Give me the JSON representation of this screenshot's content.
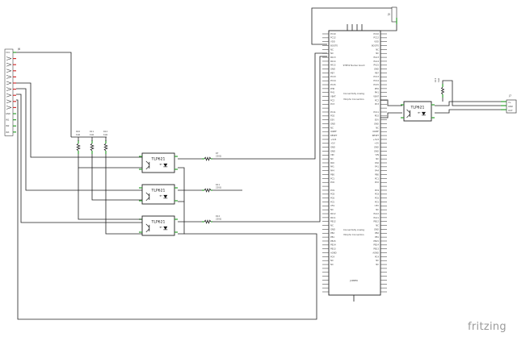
{
  "watermark": "fritzing",
  "connector_j6": {
    "ref": "J6",
    "pins": [
      "VCC",
      "",
      "",
      "",
      "",
      "",
      "",
      "",
      "",
      "",
      "GND",
      "IN1",
      "IN2",
      "IN3"
    ]
  },
  "connector_j5": {
    "ref": "J5"
  },
  "connector_j7": {
    "ref": "J7",
    "pins": [
      "V+",
      "GND",
      "OUT"
    ]
  },
  "resistors_pullup": [
    {
      "ref": "R10",
      "value": "1kΩ"
    },
    {
      "ref": "R11",
      "value": "1kΩ"
    },
    {
      "ref": "R12",
      "value": "1kΩ"
    }
  ],
  "resistors_series": [
    {
      "ref": "R7",
      "value": "220Ω"
    },
    {
      "ref": "R11",
      "value": "220Ω"
    },
    {
      "ref": "R12",
      "value": "220Ω"
    }
  ],
  "resistor_right": {
    "ref": "R13",
    "value": "1kΩ"
  },
  "optocouplers": [
    {
      "ref": "U1",
      "label": "TLP621"
    },
    {
      "ref": "U2",
      "label": "TLP621"
    },
    {
      "ref": "U3",
      "label": "TLP621"
    },
    {
      "ref": "U4",
      "label": "TLP621"
    }
  ],
  "mcu": {
    "title": "STM32 Nucleo board",
    "section1": "Connectivity Analog",
    "section2": "Morpho Connectors",
    "footer": "JUMPER",
    "left_pins": [
      "PC10",
      "PC12",
      "VDD",
      "BOOT0",
      "NC",
      "NC",
      "PA13",
      "PA14",
      "PA15",
      "GND",
      "PB7",
      "PC13",
      "PC14",
      "PC15",
      "PH0",
      "PH1",
      "VBAT",
      "PC2",
      "PC3",
      "",
      "PC11",
      "PD2",
      "E5V",
      "GND",
      "NC",
      "IOREF",
      "RESET",
      "+3V3",
      "+5V",
      "GND",
      "GND",
      "VIN",
      "NC",
      "PA0",
      "PA1",
      "PA4",
      "PB0",
      "PC1",
      "PC0",
      "",
      "PC9",
      "PC8",
      "PC6",
      "PC5",
      "U5V",
      "NC",
      "PA12",
      "PA11",
      "PB12",
      "NC",
      "GND",
      "PB2",
      "PB1",
      "PB15",
      "PB14",
      "PB13",
      "AGND",
      "PC4",
      "NC",
      "NC",
      "",
      "",
      "",
      "",
      "",
      "",
      ""
    ],
    "right_pins": [
      "PC10",
      "PC12",
      "VDD",
      "BOOT0",
      "NC",
      "NC",
      "PA13",
      "PA14",
      "PA15",
      "GND",
      "PB7",
      "PC13",
      "PC14",
      "PC15",
      "PH0",
      "PH1",
      "VBAT",
      "PC2",
      "PC3",
      "",
      "PC11",
      "PD2",
      "E5V",
      "GND",
      "NC",
      "IOREF",
      "RESET",
      "+3V3",
      "+5V",
      "GND",
      "GND",
      "VIN",
      "NC",
      "PA0",
      "PA1",
      "PA4",
      "PB0",
      "PC1",
      "PC0",
      "",
      "PC9",
      "PC8",
      "PC6",
      "PC5",
      "U5V",
      "NC",
      "PA12",
      "PA11",
      "PB12",
      "NC",
      "GND",
      "PB2",
      "PB1",
      "PB15",
      "PB14",
      "PB13",
      "AGND",
      "PC4",
      "NC",
      "NC",
      "",
      "",
      "",
      "",
      "",
      "",
      ""
    ]
  }
}
